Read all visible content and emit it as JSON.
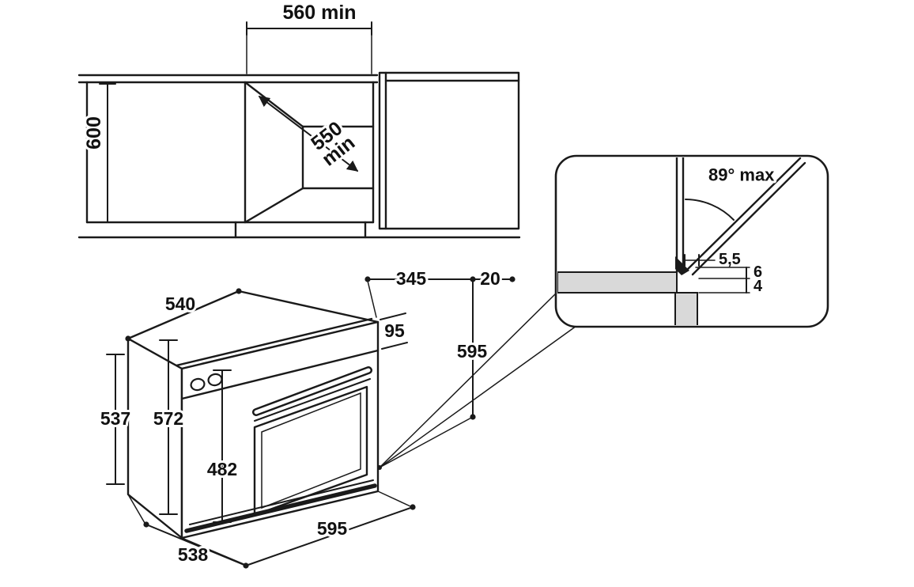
{
  "cabinet_view": {
    "niche_width": "560 min",
    "cabinet_height": "600",
    "niche_depth_value": "550",
    "niche_depth_unit": "min"
  },
  "oven_view": {
    "body_width": "540",
    "top_depth": "345",
    "top_gap": "20",
    "panel_height": "95",
    "height": "595",
    "body_height": "537",
    "front_height": "572",
    "door_height": "482",
    "width": "595",
    "depth": "538"
  },
  "detail_view": {
    "door_angle": "89° max",
    "protrusion": "5,5",
    "gap_top": "6",
    "gap_bottom": "4"
  },
  "colors": {
    "line": "#1a1a1a",
    "worktop_fill": "#d9d9d9"
  }
}
